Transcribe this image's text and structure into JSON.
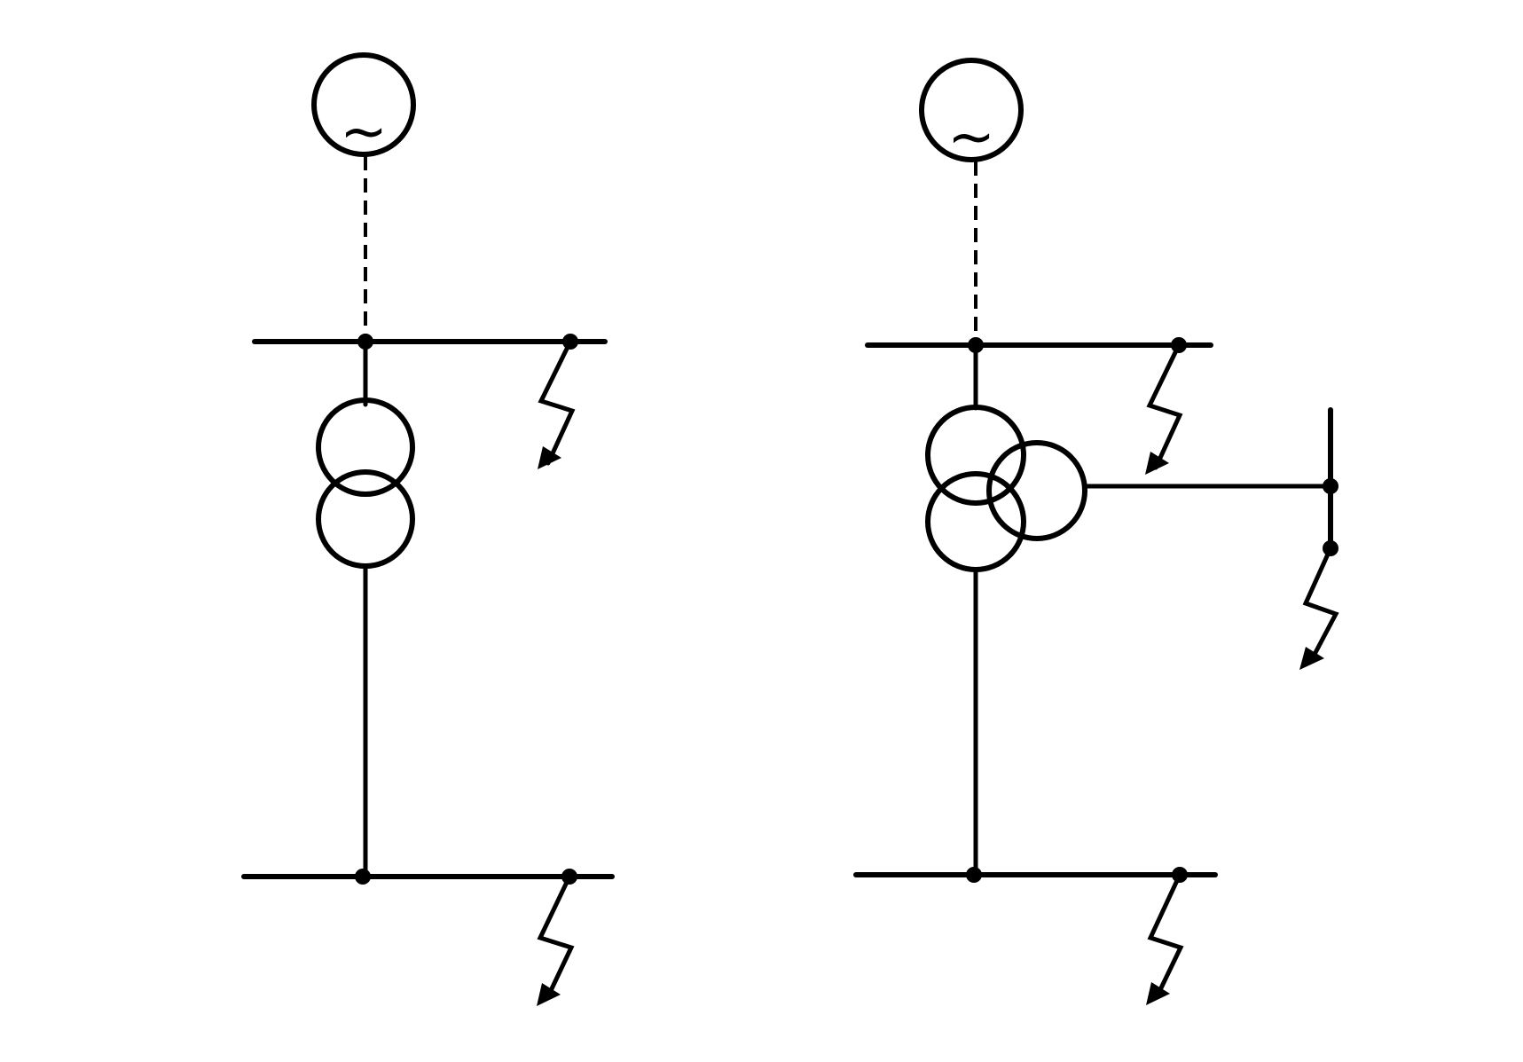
{
  "diagrams": [
    {
      "id": "two-winding-transformer-circuit",
      "generator_symbol": "~",
      "transformer_windings": 2,
      "fault_points": 2
    },
    {
      "id": "three-winding-transformer-circuit",
      "generator_symbol": "~",
      "transformer_windings": 3,
      "fault_points": 3
    }
  ],
  "colors": {
    "line": "#000000",
    "background": "#ffffff"
  },
  "icons": {
    "generator": "ac-generator-icon",
    "fault": "short-circuit-fault-icon",
    "node": "junction-dot-icon"
  }
}
